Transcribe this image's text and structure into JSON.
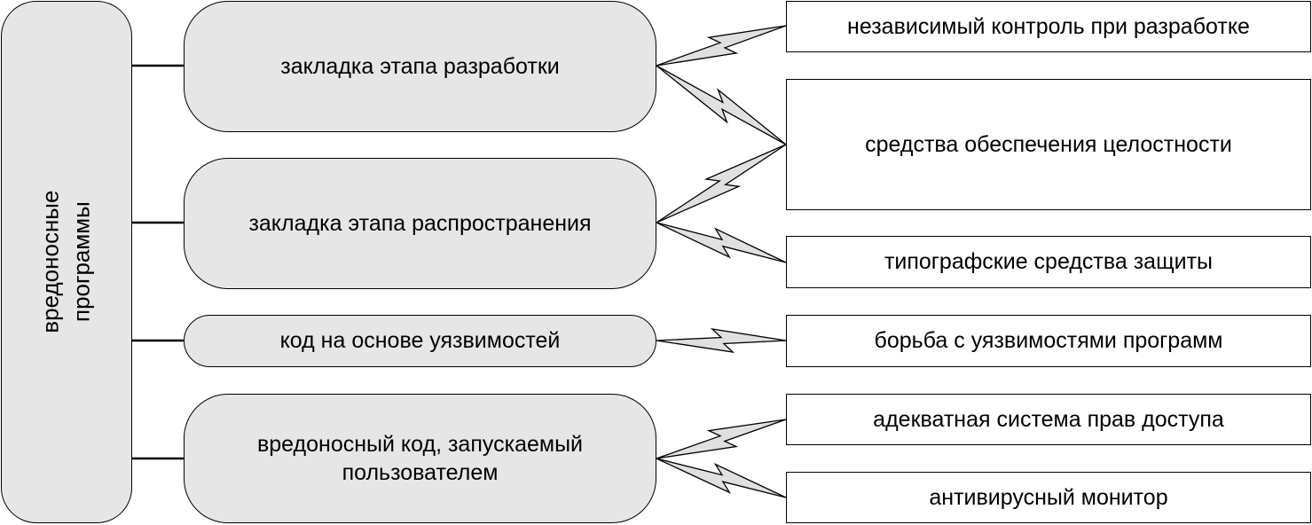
{
  "root": {
    "label_line1": "вредоносные",
    "label_line2": "программы"
  },
  "threats": [
    {
      "label": "закладка этапа разработки"
    },
    {
      "label": "закладка этапа распространения"
    },
    {
      "label": "код на основе уязвимостей"
    },
    {
      "label": "вредоносный код, запускаемый пользователем"
    }
  ],
  "countermeasures": [
    {
      "label": "независимый контроль при разработке"
    },
    {
      "label": "средства обеспечения целостности"
    },
    {
      "label": "типографские средства защиты"
    },
    {
      "label": "борьба с уязвимостями программ"
    },
    {
      "label": "адекватная система прав доступа"
    },
    {
      "label": "антивирусный монитор"
    }
  ],
  "colors": {
    "node_fill": "#e6e6e6",
    "box_fill": "#ffffff",
    "bolt_fill": "#e0e0e0",
    "stroke": "#000000"
  }
}
